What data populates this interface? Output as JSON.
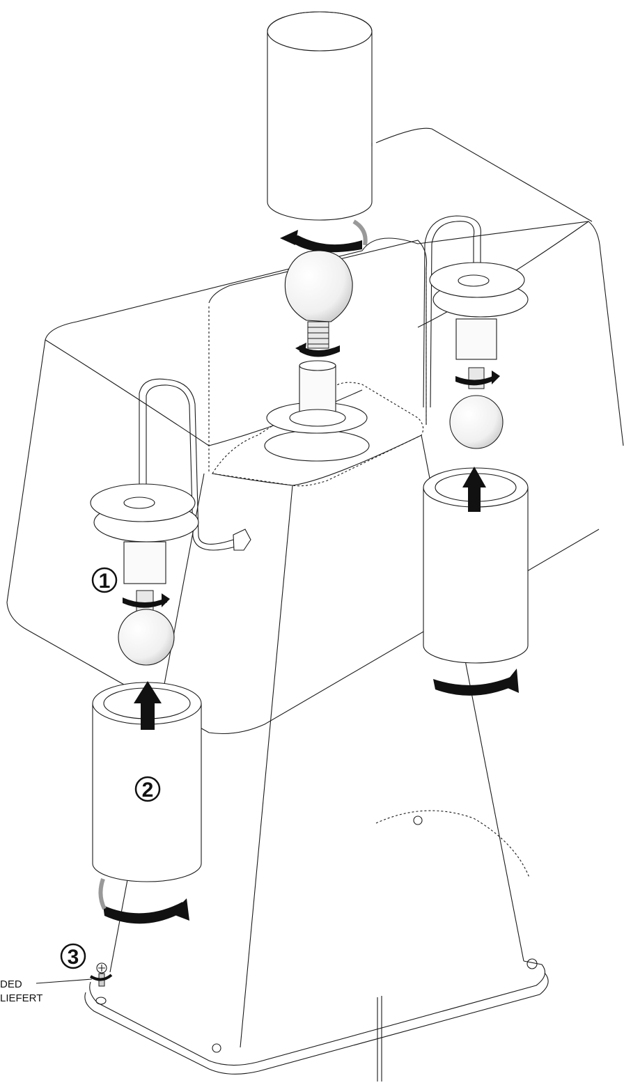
{
  "callouts": {
    "step1": "1",
    "step2": "2",
    "step3": "3"
  },
  "note": {
    "line1": "DED",
    "line2": "LIEFERT"
  },
  "colors": {
    "line": "#1a1a1a",
    "shade": "#d9d9d9",
    "arrow": "#111111",
    "background": "#ffffff"
  }
}
